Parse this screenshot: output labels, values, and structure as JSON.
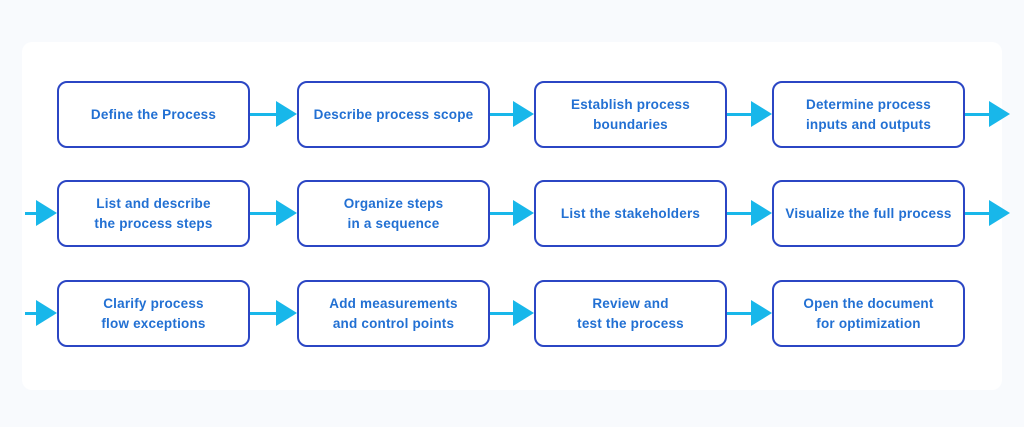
{
  "colors": {
    "page_bg": "#f8fafd",
    "canvas_bg": "#ffffff",
    "box_bg": "#ffffff",
    "box_border": "#2b46c4",
    "box_text": "#2270d3",
    "arrow": "#18b7ea"
  },
  "flow": {
    "rows": [
      {
        "steps": [
          {
            "label": "Define the Process"
          },
          {
            "label": "Describe process scope"
          },
          {
            "label": "Establish process\nboundaries"
          },
          {
            "label": "Determine process\ninputs and outputs"
          }
        ]
      },
      {
        "steps": [
          {
            "label": "List and describe\nthe process steps"
          },
          {
            "label": "Organize steps\nin a sequence"
          },
          {
            "label": "List the stakeholders"
          },
          {
            "label": "Visualize the full process"
          }
        ]
      },
      {
        "steps": [
          {
            "label": "Clarify process\nflow exceptions"
          },
          {
            "label": "Add measurements\nand control points"
          },
          {
            "label": "Review and\ntest the process"
          },
          {
            "label": "Open the document\nfor optimization"
          }
        ]
      }
    ]
  }
}
